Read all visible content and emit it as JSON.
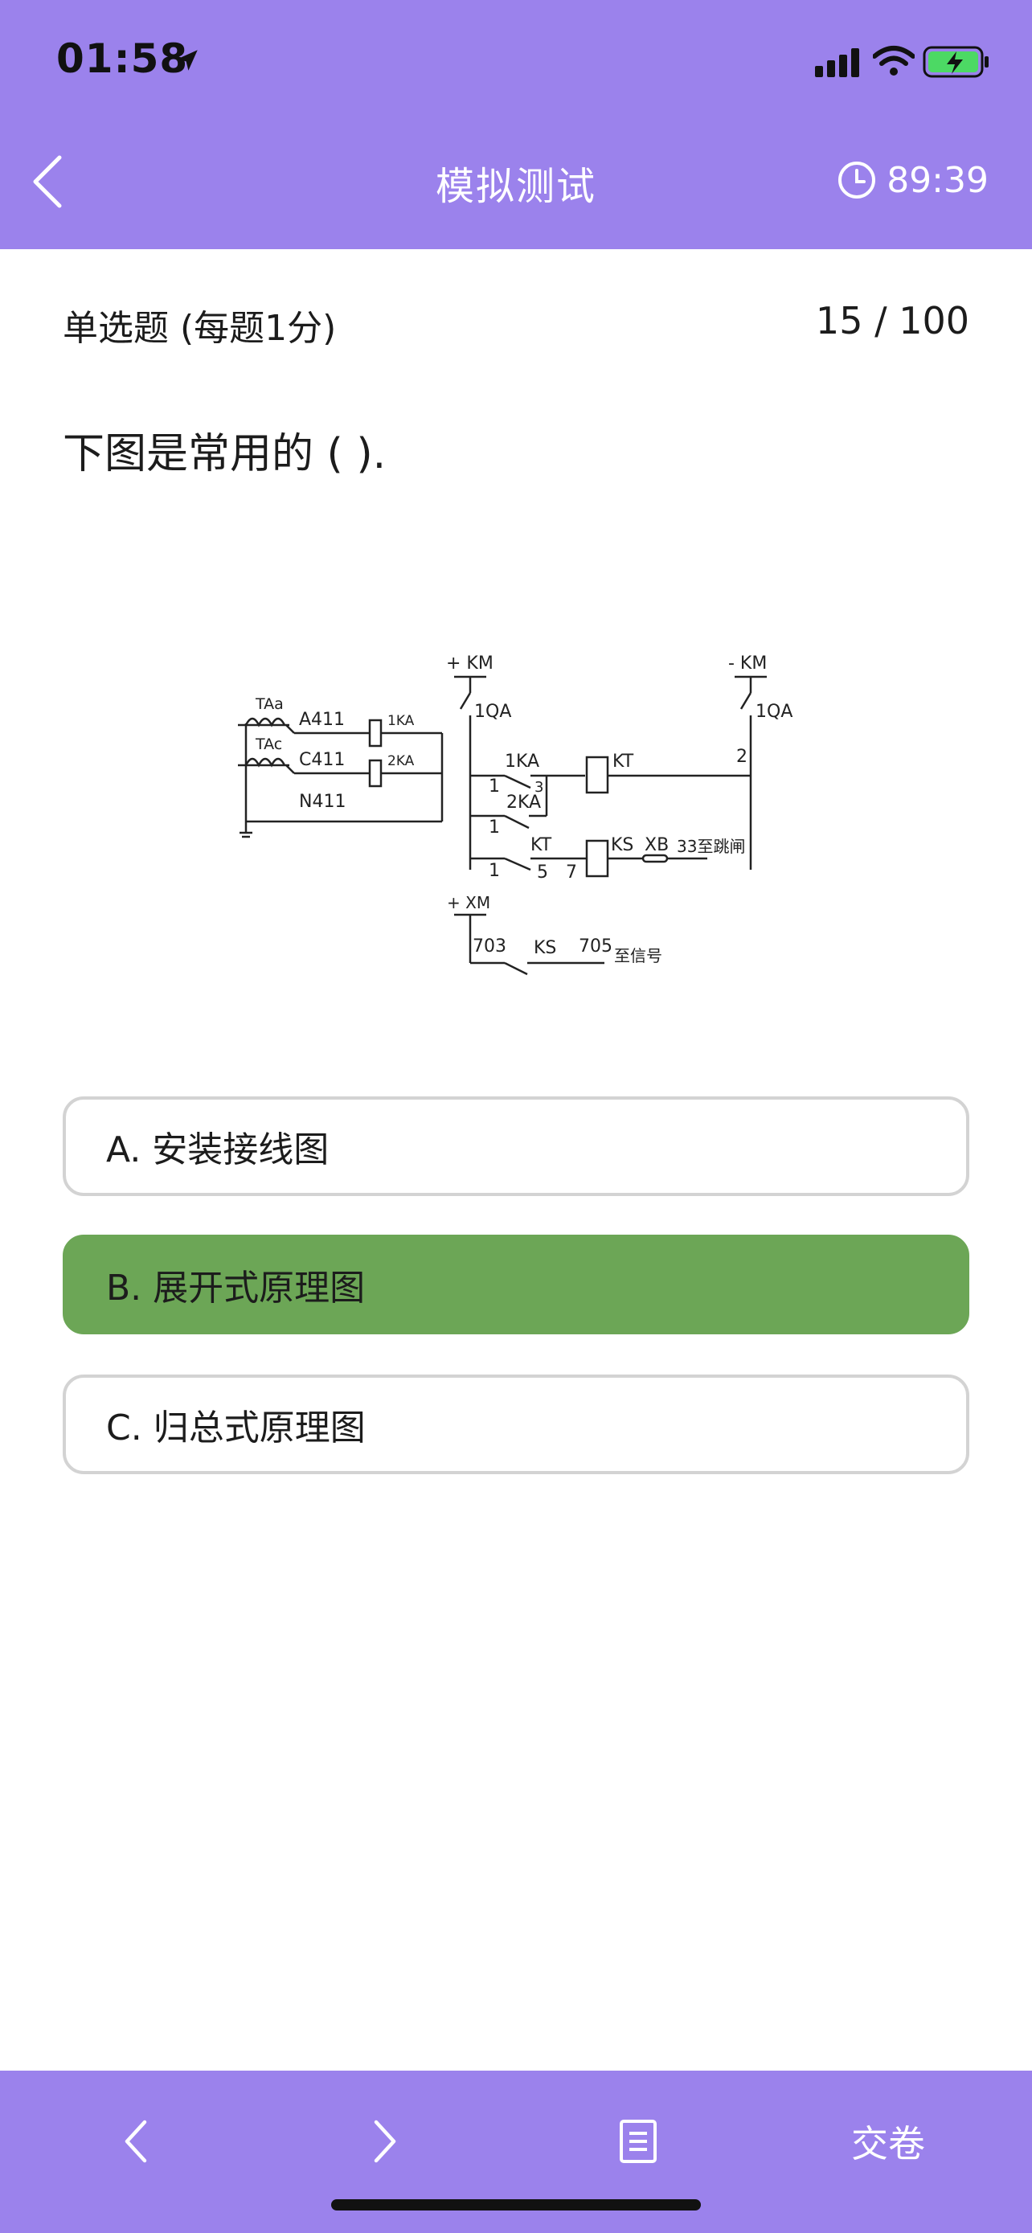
{
  "status_bar": {
    "time": "01:58"
  },
  "nav": {
    "title": "模拟测试",
    "timer": "89:39"
  },
  "question": {
    "type_label": "单选题 (每题1分)",
    "progress": "15 / 100",
    "text": "下图是常用的 (    )."
  },
  "diagram": {
    "plus_km": "+ KM",
    "minus_km": "- KM",
    "qa_left": "1QA",
    "qa_right": "1QA",
    "taa": "TAa",
    "tac": "TAc",
    "a411": "A411",
    "c411": "C411",
    "n411": "N411",
    "ka1_coil": "1KA",
    "ka2_coil": "2KA",
    "ka1": "1KA",
    "ka2": "2KA",
    "kt_coil": "KT",
    "kt": "KT",
    "n1a": "1",
    "n3": "3",
    "n2": "2",
    "n1b": "1",
    "n1c": "1",
    "n5": "5",
    "n7": "7",
    "ks": "KS",
    "xb": "XB",
    "trip": "33至跳闸",
    "xm": "+ XM",
    "n703": "703",
    "ks2": "KS",
    "n705": "705",
    "signal": "至信号"
  },
  "options": [
    {
      "label": "A. 安装接线图",
      "selected": false
    },
    {
      "label": "B. 展开式原理图",
      "selected": true
    },
    {
      "label": "C. 归总式原理图",
      "selected": false
    }
  ],
  "bottom": {
    "submit": "交卷"
  },
  "colors": {
    "accent": "#9b82ec",
    "selected": "#6ca656",
    "border": "#d3d3d3"
  }
}
